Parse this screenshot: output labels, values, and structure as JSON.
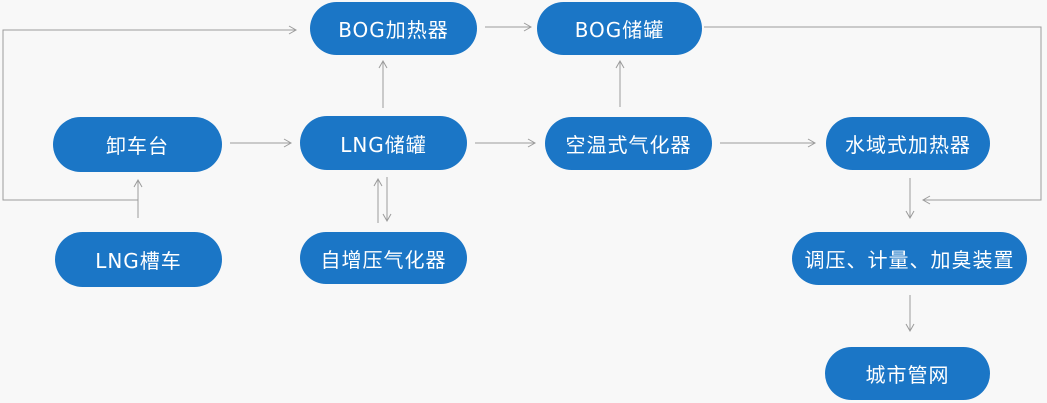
{
  "colors": {
    "background": "#f8f8f8",
    "node_fill": "#1b76c6",
    "node_text": "#ffffff",
    "connector": "#9b9b9b"
  },
  "nodes": [
    {
      "id": "bog-heater",
      "label": "BOG加热器"
    },
    {
      "id": "bog-tank",
      "label": "BOG储罐"
    },
    {
      "id": "unloading-platform",
      "label": "卸车台"
    },
    {
      "id": "lng-tank",
      "label": "LNG储罐"
    },
    {
      "id": "ambient-vaporizer",
      "label": "空温式气化器"
    },
    {
      "id": "water-bath-heater",
      "label": "水域式加热器"
    },
    {
      "id": "lng-tanker",
      "label": "LNG槽车"
    },
    {
      "id": "self-pressurizing-vaporizer",
      "label": "自增压气化器"
    },
    {
      "id": "regulating-metering-odorizing",
      "label": "调压、计量、加臭装置"
    },
    {
      "id": "city-pipeline-network",
      "label": "城市管网"
    }
  ],
  "edges": [
    {
      "from": "lng-tanker",
      "to": "unloading-platform"
    },
    {
      "from": "unloading-platform",
      "to": "lng-tank"
    },
    {
      "from": "unloading-platform",
      "to": "bog-heater",
      "route": "left-loop"
    },
    {
      "from": "lng-tank",
      "to": "bog-heater"
    },
    {
      "from": "bog-heater",
      "to": "bog-tank"
    },
    {
      "from": "lng-tank",
      "to": "ambient-vaporizer"
    },
    {
      "from": "ambient-vaporizer",
      "to": "bog-tank"
    },
    {
      "from": "ambient-vaporizer",
      "to": "water-bath-heater"
    },
    {
      "from": "bog-tank",
      "to": "regulating-metering-odorizing",
      "route": "right-loop"
    },
    {
      "from": "water-bath-heater",
      "to": "regulating-metering-odorizing"
    },
    {
      "from": "self-pressurizing-vaporizer",
      "to": "lng-tank"
    },
    {
      "from": "lng-tank",
      "to": "self-pressurizing-vaporizer"
    },
    {
      "from": "regulating-metering-odorizing",
      "to": "city-pipeline-network"
    }
  ]
}
